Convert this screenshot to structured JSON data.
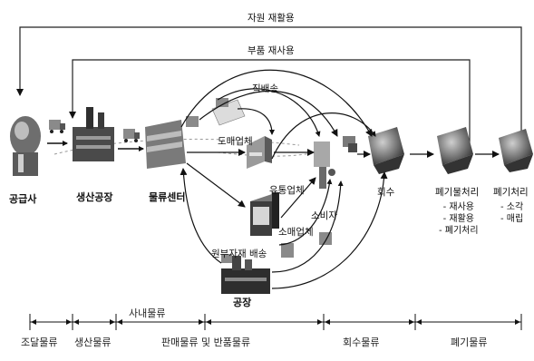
{
  "loops": {
    "resource_recycle": "자원 재활용",
    "parts_reuse": "부품 재사용"
  },
  "nodes": {
    "supplier": "공급사",
    "production_plant": "생산공장",
    "distribution_center": "물류센터",
    "direct_delivery": "직배송",
    "wholesaler": "도매업체",
    "distributor": "유통업체",
    "retailer": "소매업체",
    "consumer": "소비자",
    "collection": "회수",
    "factory": "공장",
    "parts_delivery": "원부자재 배송",
    "waste_treatment": "폐기물처리",
    "disposal": "폐기처리"
  },
  "waste_treatment_items": [
    "- 재사용",
    "- 재활용",
    "- 폐기처리"
  ],
  "disposal_items": [
    "- 소각",
    "- 매립"
  ],
  "stages": {
    "procurement": "조달물류",
    "production": "생산물류",
    "internal": "사내물류",
    "sales_returns": "판매물류 및 반품물류",
    "recovery": "회수물류",
    "disposal": "폐기물류"
  }
}
